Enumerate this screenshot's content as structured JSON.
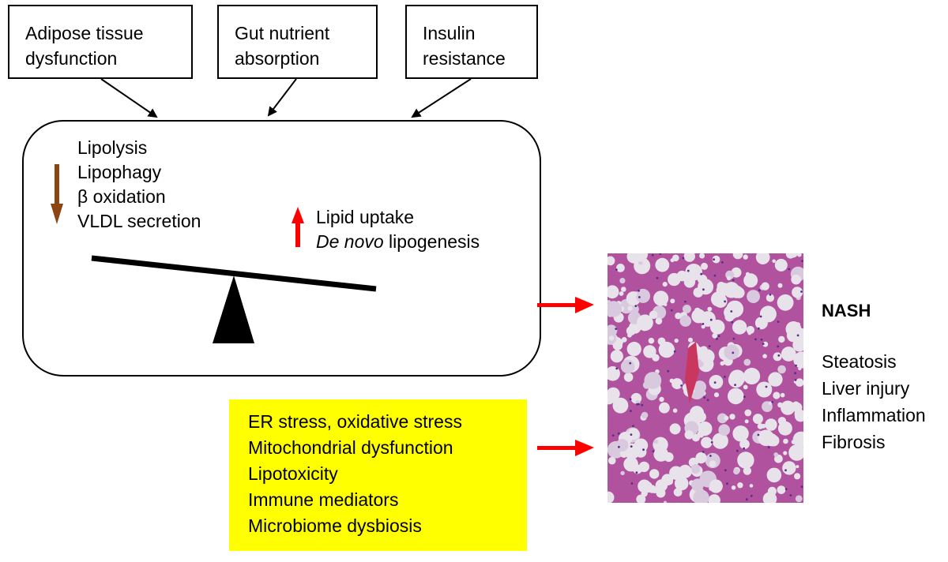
{
  "causes": [
    {
      "line1": "Adipose tissue",
      "line2": "dysfunction"
    },
    {
      "line1": "Gut nutrient",
      "line2": "absorption"
    },
    {
      "line1": "Insulin",
      "line2": "resistance"
    }
  ],
  "balance": {
    "decrease_items": [
      "Lipolysis",
      "Lipophagy",
      "β oxidation",
      "VLDL secretion"
    ],
    "increase_items": {
      "uptake": "Lipid uptake",
      "lipogenesis_italic": "De novo",
      "lipogenesis_rest": " lipogenesis"
    }
  },
  "stress_factors": [
    "ER stress, oxidative stress",
    "Mitochondrial dysfunction",
    "Lipotoxicity",
    "Immune mediators",
    "Microbiome dysbiosis"
  ],
  "outcome": {
    "title": "NASH",
    "features": [
      "Steatosis",
      "Liver injury",
      "Inflammation",
      "Fibrosis"
    ]
  },
  "colors": {
    "decrease_arrow": "#8b4513",
    "increase_arrow": "#ff0000",
    "connector_arrow": "#ff0000",
    "stress_box_fill": "#ffff00",
    "histology_tissue": "#b0529e"
  },
  "icons": [
    "down-arrow-icon",
    "up-arrow-icon",
    "seesaw-icon",
    "right-arrow-icon"
  ]
}
